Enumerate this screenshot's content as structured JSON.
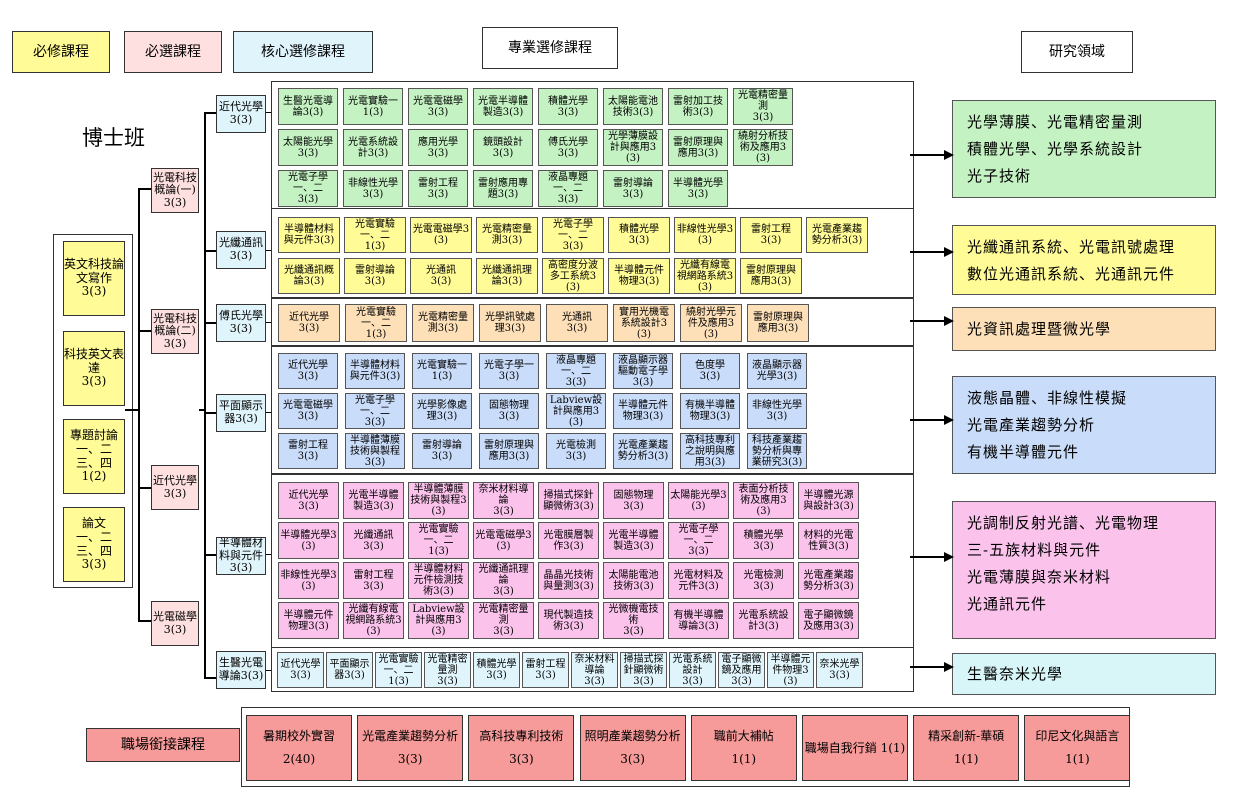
{
  "legend": {
    "required": "必修課程",
    "elective_required": "必選課程",
    "core_elective": "核心選修課程",
    "professional": "專業選修課程",
    "research": "研究領域"
  },
  "phd_title": "博士班",
  "required_courses": [
    "英文科技論文寫作\n3(3)",
    "科技英文表達\n3(3)",
    "專題討論\n一、二\n三、四\n1(2)",
    "論文\n一、二\n三、四\n3(3)"
  ],
  "elective_required": [
    "光電科技概論(一)\n3(3)",
    "光電科技概論(二)\n3(3)",
    "近代光學\n3(3)",
    "光電磁學\n3(3)"
  ],
  "core_electives": [
    "近代光學\n3(3)",
    "光纖通訊\n3(3)",
    "傅氏光學\n3(3)",
    "平面顯示器3(3)",
    "半導體材料與元件3(3)",
    "生醫光電導論3(3)"
  ],
  "group1_rows": [
    [
      "生醫光電導論3(3)",
      "光電實驗一1(3)",
      "光電電磁學3(3)",
      "光電半導體製造3(3)",
      "積體光學\n3(3)",
      "太陽能電池技術3(3)",
      "雷射加工技術3(3)",
      "光電精密量測\n3(3)"
    ],
    [
      "太陽能光學3(3)",
      "光電系統設計3(3)",
      "應用光學\n3(3)",
      "鏡頭設計\n3(3)",
      "傅氏光學\n3(3)",
      "光學薄膜設計與應用3(3)",
      "雷射原理與應用3(3)",
      "繞射分析技術及應用3(3)"
    ],
    [
      "光電子學一、二\n3(3)",
      "非線性光學3(3)",
      "雷射工程\n3(3)",
      "雷射應用專題3(3)",
      "液晶專題一、二\n3(3)",
      "雷射導論\n3(3)",
      "半導體光學3(3)"
    ]
  ],
  "group2_rows": [
    [
      "半導體材料與元件3(3)",
      "光電實驗一、二\n1(3)",
      "光電電磁學3(3)",
      "光電精密量測3(3)",
      "光電子學一、二\n3(3)",
      "積體光學\n3(3)",
      "非線性光學3(3)",
      "雷射工程\n3(3)",
      "光電產業趨勢分析3(3)"
    ],
    [
      "光纖通訊概論3(3)",
      "雷射導論\n3(3)",
      "光通訊\n3(3)",
      "光纖通訊理論3(3)",
      "高密度分波多工系統3(3)",
      "半導體元件物理3(3)",
      "光纖有線電視網路系統3(3)",
      "雷射原理與應用3(3)"
    ]
  ],
  "group3_row": [
    "近代光學\n3(3)",
    "光電實驗一、二\n1(3)",
    "光電精密量測3(3)",
    "光學訊號處理3(3)",
    "光通訊\n3(3)",
    "實用光機電系統設計3(3)",
    "繞射光學元件及應用3(3)",
    "雷射原理與應用3(3)"
  ],
  "group4_rows": [
    [
      "近代光學\n3(3)",
      "半導體材料與元件3(3)",
      "光電實驗一1(3)",
      "光電子學一\n3(3)",
      "液晶專題一、二\n3(3)",
      "液晶顯示器驅動電子學3(3)",
      "色度學\n3(3)",
      "液晶顯示器光學3(3)"
    ],
    [
      "光電電磁學3(3)",
      "光電子學一、二\n3(3)",
      "光學影像處理3(3)",
      "固態物理\n3(3)",
      "Labview設計與應用3(3)",
      "半導體元件物理3(3)",
      "有機半導體物理3(3)",
      "非線性光學3(3)"
    ],
    [
      "雷射工程\n3(3)",
      "半導體薄膜技術與製程3(3)",
      "雷射導論\n3(3)",
      "雷射原理與應用3(3)",
      "光電檢測\n3(3)",
      "光電產業趨勢分析3(3)",
      "高科技專利之說明與應用3(3)",
      "科技產業趨勢分析與專業研究3(3)"
    ]
  ],
  "group5_rows": [
    [
      "近代光學\n3(3)",
      "光電半導體製造3(3)",
      "半導體薄膜技術與製程3(3)",
      "奈米材料導論\n3(3)",
      "掃描式探針顯微術3(3)",
      "固態物理\n3(3)",
      "太陽能光學3(3)",
      "表面分析技術及應用3(3)",
      "半導體光源與設計3(3)"
    ],
    [
      "半導體光學3(3)",
      "光纖通訊\n3(3)",
      "光電實驗一、二\n1(3)",
      "光電電磁學3(3)",
      "光電膜層製作3(3)",
      "光電半導體製造3(3)",
      "光電子學一、二\n3(3)",
      "積體光學\n3(3)",
      "材料的光電性質3(3)"
    ],
    [
      "非線性光學3(3)",
      "雷射工程\n3(3)",
      "半導體材料元件檢測技術3(3)",
      "光纖通訊理論\n3(3)",
      "晶晶光技術與量測3(3)",
      "太陽能電池技術3(3)",
      "光電材料及元件3(3)",
      "光電檢測\n3(3)",
      "光電產業趨勢分析3(3)"
    ],
    [
      "半導體元件物理3(3)",
      "光纖有線電視網路系統3(3)",
      "Labview設計與應用3(3)",
      "光電精密量測\n3(3)",
      "現代製造技術3(3)",
      "光微機電技術\n3(3)",
      "有機半導體導論3(3)",
      "光電系統設計3(3)",
      "電子顯微鏡及應用3(3)"
    ]
  ],
  "group6_row": [
    "近代光學\n3(3)",
    "平面顯示器3(3)",
    "光電實驗一、二\n1(3)",
    "光電精密量測\n3(3)",
    "積體光學\n3(3)",
    "雷射工程\n3(3)",
    "奈米材料導論\n3(3)",
    "掃描式探針顯微術3(3)",
    "光電系統設計\n3(3)",
    "電子顯微鏡及應用3(3)",
    "半導體元件物理3(3)",
    "奈米光學\n3(3)"
  ],
  "research_areas": [
    [
      "光學薄膜、光電精密量測",
      "積體光學、光學系統設計",
      "光子技術"
    ],
    [
      "光纖通訊系統、光電訊號處理",
      "數位光通訊系統、光通訊元件"
    ],
    [
      "光資訊處理暨微光學"
    ],
    [
      "液態晶體、非線性模擬",
      "光電產業趨勢分析",
      "有機半導體元件"
    ],
    [
      "光調制反射光譜、光電物理",
      "三-五族材料與元件",
      "光電薄膜與奈米材料",
      "光通訊元件"
    ],
    [
      "生醫奈米光學"
    ]
  ],
  "workplace": {
    "label": "職場銜接課程",
    "courses": [
      "暑期校外實習 2(40)",
      "光電產業趨勢分析 3(3)",
      "高科技專利技術 3(3)",
      "照明產業趨勢分析 3(3)",
      "職前大補帖\n1(1)",
      "職場自我行銷 1(1)",
      "精采創新-華碩 1(1)",
      "印尼文化與語言 1(1)"
    ]
  },
  "colors": {
    "required": "#fffb96",
    "elective_required": "#ffe0e0",
    "core": "#e0f4fb",
    "green": "#c4f2c2",
    "yellow": "#fffbb0",
    "orange": "#fde0b8",
    "blue": "#c9dcf9",
    "magenta": "#fbc2ec",
    "workplace": "#f69a9a"
  }
}
